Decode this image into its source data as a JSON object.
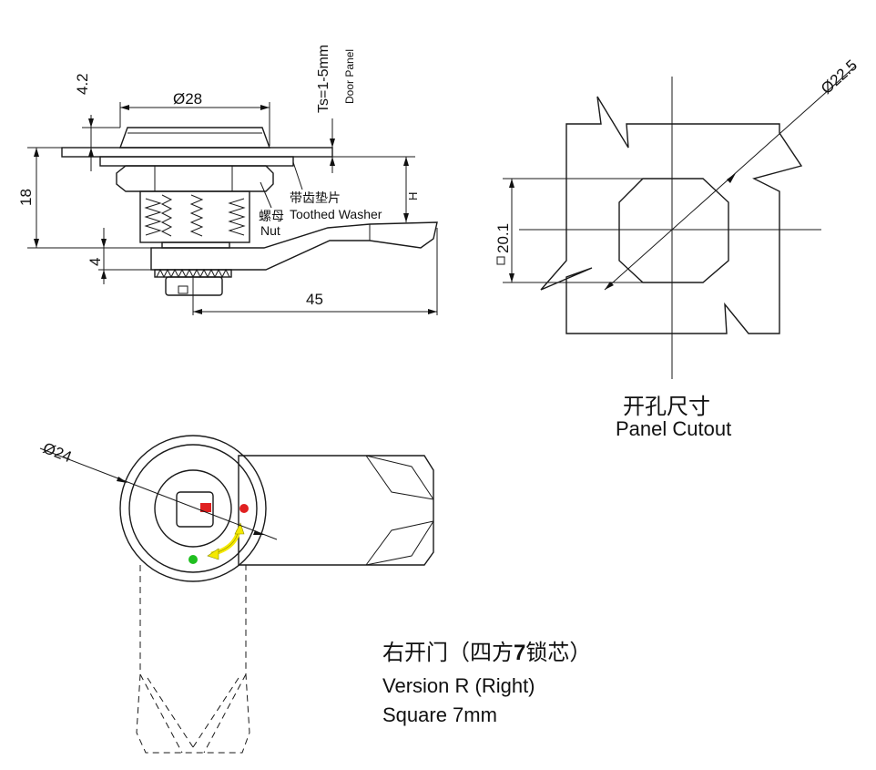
{
  "side_view": {
    "dim_dia28": "Ø28",
    "dim_4_2": "4.2",
    "dim_18": "18",
    "dim_4": "4",
    "dim_45": "45",
    "dim_H": "H",
    "dim_ts": "Ts=1-5mm",
    "door_panel": "Door Panel",
    "washer_cn": "带齿垫片",
    "washer_en": "Toothed Washer",
    "nut_cn": "螺母",
    "nut_en": "Nut"
  },
  "cutout_view": {
    "dim_dia22_5": "Ø22.5",
    "dim_20_1": "20.1",
    "title_cn": "开孔尺寸",
    "title_en": "Panel Cutout"
  },
  "front_view": {
    "dim_dia24": "Ø24",
    "indicator_colors": {
      "locked": "#e02020",
      "unlocked": "#1fbf1f",
      "arrow": "#f5e900"
    }
  },
  "caption": {
    "title_cn_pre": "右开门（四方",
    "title_cn_num": "7",
    "title_cn_post": "锁芯）",
    "version": "Version R (Right)",
    "square": "Square 7mm"
  }
}
